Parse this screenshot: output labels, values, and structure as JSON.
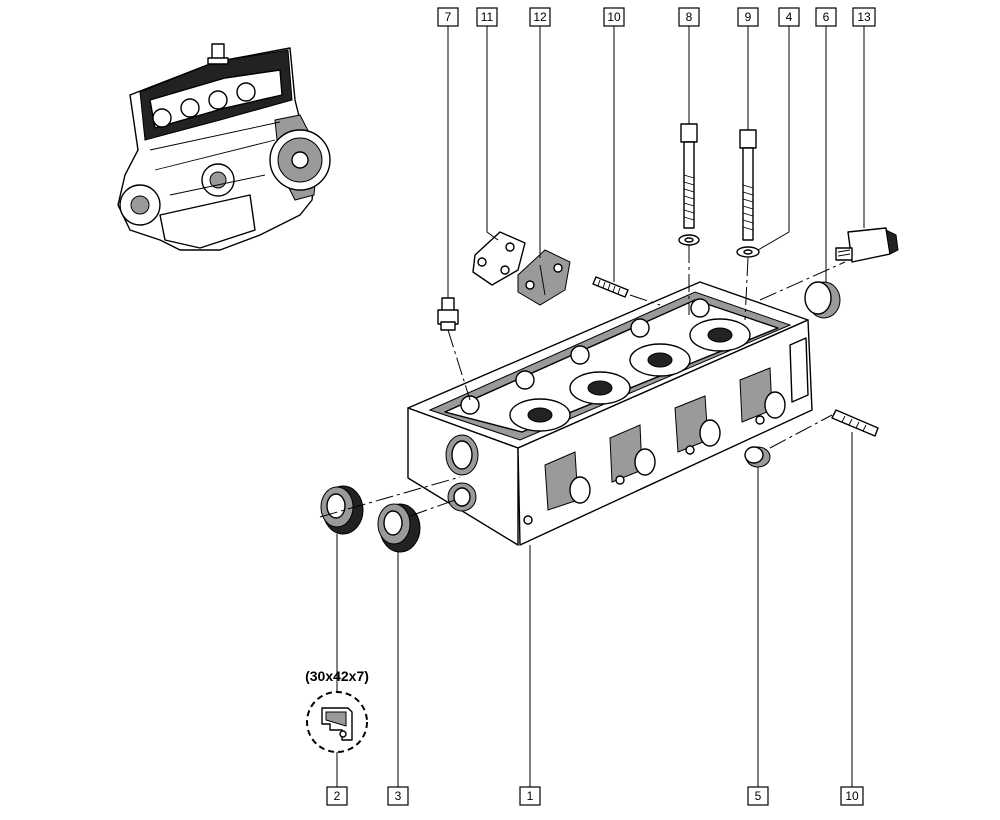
{
  "callouts": {
    "top": [
      "7",
      "11",
      "12",
      "10",
      "8",
      "9",
      "4",
      "6",
      "13"
    ],
    "bottom": [
      "2",
      "3",
      "1",
      "5",
      "10"
    ]
  },
  "seal_dimension": "(30x42x7)"
}
